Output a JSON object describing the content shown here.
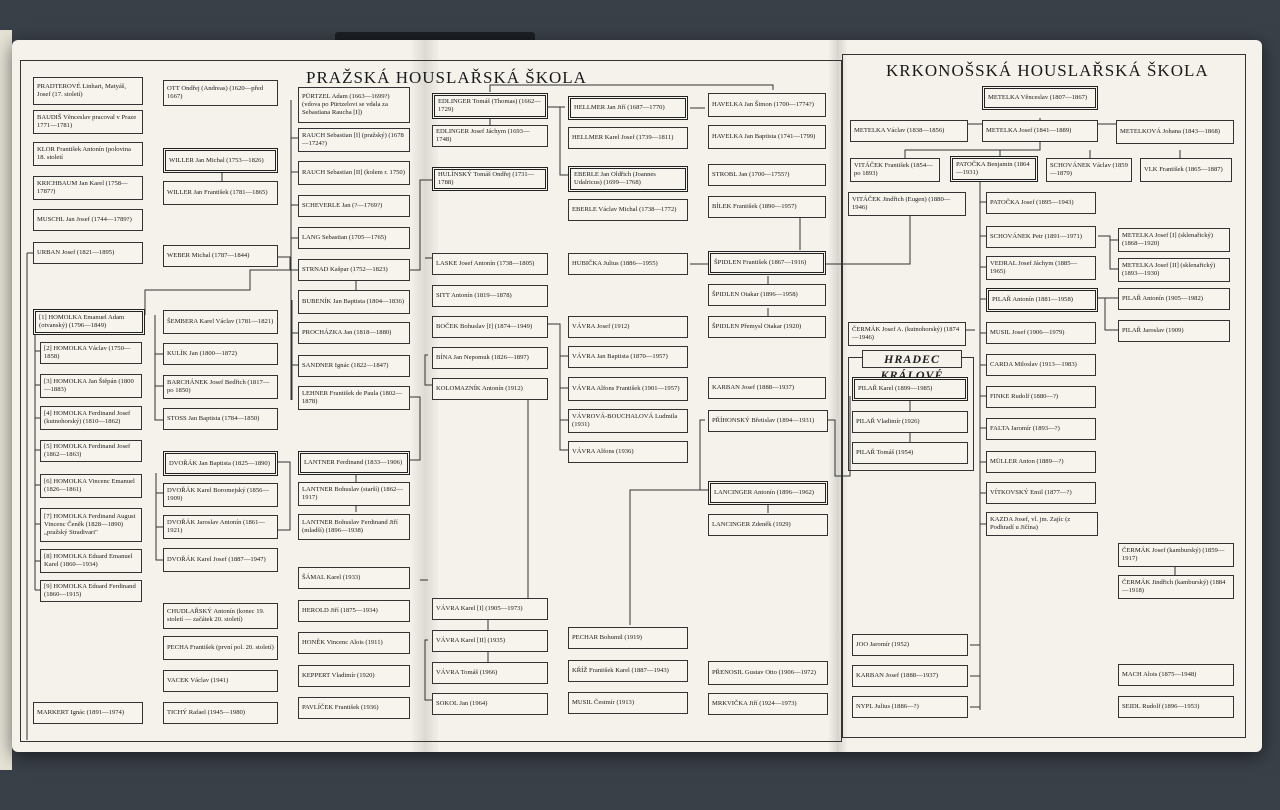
{
  "titles": {
    "prague": "PRAŽSKÁ HOUSLAŘSKÁ ŠKOLA",
    "krkonose": "KRKONOŠSKÁ HOUSLAŘSKÁ ŠKOLA",
    "hradec": "HRADEC KRÁLOVÉ"
  },
  "nodes": {
    "pradterove": "PRADTEROVÉ Linhart, Matyáš, Josef (17. století)",
    "baudis": "BAUDIŠ Věnceslav pracoval v Praze 1771—1781)",
    "klor": "KLOR František Antonín (polovina 18. století",
    "krichbaum": "KRICHBAUM Jan Karel (1758—1787?)",
    "muschl": "MUSCHL Jan Josef (1744—1789?)",
    "urban": "URBAN Josef (1821—1895)",
    "homolka1": "[1] HOMOLKA Emanuel Adam (otvanský) (1796—1849)",
    "homolka2": "[2] HOMOLKA Václav (1750—1858)",
    "homolka3": "[3] HOMOLKA Jan Štěpán (1800—1883)",
    "homolka4": "[4] HOMOLKA Ferdinand Josef (kutnohorský) (1810—1862)",
    "homolka5": "[5] HOMOLKA Ferdinand Josef (1862—1863)",
    "homolka6": "[6] HOMOLKA Vincenc Emanuel (1826—1861)",
    "homolka7": "[7] HOMOLKA Ferdinand August Vincenc Čeněk (1828—1890) „pražský Stradivari\"",
    "homolka8": "[8] HOMOLKA Eduard Emanuel Karel (1860—1934)",
    "homolka9": "[9] HOMOLKA Eduard Ferdinand (1860—1915)",
    "markert": "MARKERT Ignác (1891—1974)",
    "ott": "OTT Ondřej (Andreas) (1620—před 1667)",
    "willer1": "WILLER Jan Michal (1753—1826)",
    "willer2": "WILLER Jan František (1781—1865)",
    "weber": "WEBER Michal (1787—1844)",
    "sembera": "ŠEMBERA Karel Václav (1781—1821)",
    "kulik": "KULÍK Jan (1800—1872)",
    "barchanek": "BARCHÁNEK Josef Bedřich (1817—po 1850)",
    "stoss": "STOSS Jan Baptista (1784—1850)",
    "dvorak1": "DVOŘÁK Jan Baptista (1825—1890)",
    "dvorak2": "DVOŘÁK Karel Boromejský (1856—1909)",
    "dvorak3": "DVOŘÁK Jaroslav Antonín (1861—1921)",
    "dvorak4": "DVOŘÁK Karel Josef (1887—1947)",
    "chudlarsky": "CHUDLAŘSKÝ Antonín (konec 19. století — začátek 20. století)",
    "pecha": "PECHA František (první pol. 20. století)",
    "vacek": "VACEK Václav (1941)",
    "tichy": "TICHÝ Rafael (1945—1980)",
    "purtzel": "PÜRTZEL Adam (1663—1699?) (vdova po Pürtzelovi se vdala za Sebastiana Raucha [I])",
    "rauch1": "RAUCH Sebastian [I] (pražský) (1678—1724?)",
    "rauch2": "RAUCH Sebastian [II] (kolem r. 1750)",
    "scheverle": "SCHEVERLE Jan (?—1769?)",
    "lang": "LANG Sebastian (1705—1765)",
    "strnad": "STRNAD Kašpar (1752—1823)",
    "bubenik": "BUBENÍK Jan Baptista (1804—1836)",
    "prochazka": "PROCHÁZKA Jan (1818—1880)",
    "sandner": "SANDNER Ignác (1822—1847)",
    "lehner": "LEHNER František de Paula (1802—1878)",
    "lantner1": "LANTNER Ferdinand (1833—1906)",
    "lantner2": "LANTNER Bohuslav (starší) (1862—1917)",
    "lantner3": "LANTNER Bohuslav Ferdinand Jiří (mladší) (1896—1938)",
    "samal": "ŠÁMAL Karel (1933)",
    "herold": "HEROLD Jiří (1875—1934)",
    "honek": "HONĚK Vincenc Alois (1911)",
    "keppert": "KEPPERT Vladimír (1920)",
    "pavlicek": "PAVLÍČEK František (1936)",
    "edlinger1": "EDLINGER Tomáš (Thomas) (1662—1729)",
    "edlinger2": "EDLINGER Josef Jáchym (1693—1748)",
    "hulinsky": "HULÍNSKÝ Tomáš Ondřej (1731—1788)",
    "laske": "LASKE Josef Antonín (1738—1805)",
    "sitt": "SITT Antonín (1819—1878)",
    "bocek": "BOČEK Bohuslav [I] (1874—1949)",
    "bina": "BÍNA Jan Nepomuk (1826—1897)",
    "kolomaznik": "KOLOMAZNÍK Antonín (1912)",
    "vavra_k1": "VÁVRA Karel [I] (1905—1973)",
    "vavra_k2": "VÁVRA Karel [II] (1935)",
    "vavra_t": "VÁVRA Tomáš (1966)",
    "sokol": "SOKOL Jan (1964)",
    "hellmer1": "HELLMER Jan Jiří (1687—1770)",
    "hellmer2": "HELLMER Karel Josef (1739—1811)",
    "eberle1": "EBERLE Jan Oldřich (Joannes Udalricus) (1699—1768)",
    "eberle2": "EBERLE Václav Michal (1738—1772)",
    "hubicka": "HUBIČKA Julius (1886—1955)",
    "vavra1912": "VÁVRA Josef (1912)",
    "vavra_jb": "VÁVRA Jan Baptista (1870—1957)",
    "vavra_af": "VÁVRA Alfons František (1901—1957)",
    "vavrova": "VÁVROVÁ-BOUCHALOVÁ Ludmila (1931)",
    "vavra_alf": "VÁVRA Alfons (1936)",
    "pechar": "PECHAR Bohumil (1919)",
    "kriz": "KŘÍŽ František Karel (1887—1943)",
    "musil_c": "MUSIL Čestmír (1913)",
    "havelka1": "HAVELKA Jan Šimon (1700—1774?)",
    "havelka2": "HAVELKA Jan Baptista (1741—1799)",
    "strobl": "STROBL Jan (1700—1755?)",
    "bilek": "BÍLEK František (1890—1957)",
    "spidlen1": "ŠPIDLEN František (1867—1916)",
    "spidlen2": "ŠPIDLEN Otakar (1896—1958)",
    "spidlen3": "ŠPIDLEN Přemysl Otakar (1920)",
    "karban_j": "KARBAN Josef (1888—1937)",
    "prihonsky": "PŘÍHONSKÝ Břetislav (1894—1931)",
    "lancinger1": "LANCINGER Antonín (1896—1962)",
    "lancinger2": "LANCINGER Zdeněk (1929)",
    "prenosil": "PŘENOSIL Gustav Otto (1906—1972)",
    "mrkvicka": "MRKVIČKA Jiří (1924—1973)",
    "metelka_v": "METELKA Věnceslav (1807—1867)",
    "metelka_vac": "METELKA Václav (1838—1856)",
    "metelka_j": "METELKA Josef (1841—1889)",
    "metelkova": "METELKOVÁ Johana (1843—1868)",
    "vitacek_f": "VITÁČEK František (1854—po 1893)",
    "patocka_b": "PATOČKA Benjamin (1864—1931)",
    "schovanek_v": "SCHOVÁNEK Václav (1859—1879)",
    "vlk": "VLK František (1865—1887)",
    "vitacek_j": "VITÁČEK Jindřich (Eugen) (1880—1946)",
    "patocka_j": "PATOČKA Josef (1895—1943)",
    "schovanek_p": "SCHOVÁNEK Petr (1891—1971)",
    "vedral": "VEDRAL Josef Jáchym (1885—1965)",
    "metelka_j1": "METELKA Josef [I] (sklenařický) (1868—1920)",
    "metelka_j2": "METELKA Josef [II] (sklenařický) (1893—1930)",
    "pilar_a": "PILAŘ Antonín (1881—1958)",
    "pilar_a2": "PILAŘ Antonín (1905—1982)",
    "pilar_jar": "PILAŘ Jaroslav (1909)",
    "cermak_a": "ČERMÁK Josef A. (kutnohorský) (1874—1946)",
    "musil_j": "MUSIL Josef (1906—1979)",
    "carda": "CARDA Miloslav (1913—1983)",
    "pilar_k": "PILAŘ Karel (1899—1985)",
    "pilar_vl": "PILAŘ Vladimír (1926)",
    "pilar_t": "PILAŘ Tomáš (1954)",
    "finke": "FINKE Rudolf (1880—?)",
    "falta": "FALTA Jaromír (1893—?)",
    "muller": "MÜLLER Anton (1889—?)",
    "vitkovsky": "VÍTKOVSKÝ Emil (1877—?)",
    "kazda": "KAZDA Josef, vl. jm. Zajíc (z Podhradí u Jičína)",
    "cermak_j": "ČERMÁK Josef (kamburský) (1859—1917)",
    "cermak_jin": "ČERMÁK Jindřich (kamburský) (1884—1918)",
    "joo": "JOO Jaromír (1952)",
    "karban_j2": "KARBAN Josef (1888—1937)",
    "nypl": "NYPL Julius (1886—?)",
    "mach": "MACH Alois (1875—1948)",
    "seidl": "SEIDL Rudolf (1896—1953)"
  }
}
